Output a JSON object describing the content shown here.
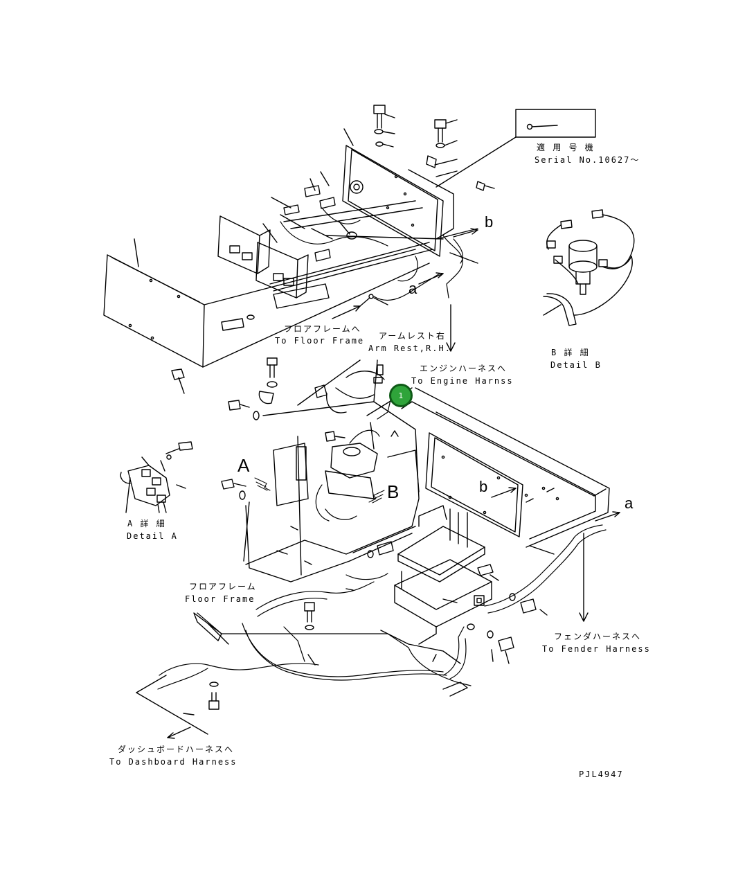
{
  "labels": {
    "serial_jp": "適 用 号 機",
    "serial_en": "Serial No.10627～",
    "floor_frame_to_jp": "フロアフレームへ",
    "floor_frame_to_en": "To Floor Frame",
    "arm_rest_jp": "アームレスト右",
    "arm_rest_en": "Arm Rest,R.H.",
    "engine_harness_jp": "エンジンハーネスへ",
    "engine_harness_en": "To Engine Harnss",
    "detail_b_jp": "B 詳 細",
    "detail_b_en": "Detail B",
    "detail_a_jp": "A 詳 細",
    "detail_a_en": "Detail A",
    "floor_frame_jp": "フロアフレーム",
    "floor_frame_en": "Floor Frame",
    "fender_harness_jp": "フェンダハーネスへ",
    "fender_harness_en": "To Fender Harness",
    "dashboard_harness_jp": "ダッシュボードハーネスへ",
    "dashboard_harness_en": "To Dashboard Harness",
    "drawing_number": "PJL4947",
    "view_a": "A",
    "view_b": "B",
    "link_a_top": "a",
    "link_b_top": "b",
    "link_b_bottom": "b",
    "link_a_bottom": "a"
  },
  "callouts": [
    {
      "number": "1",
      "color": "#2fa43a"
    }
  ]
}
